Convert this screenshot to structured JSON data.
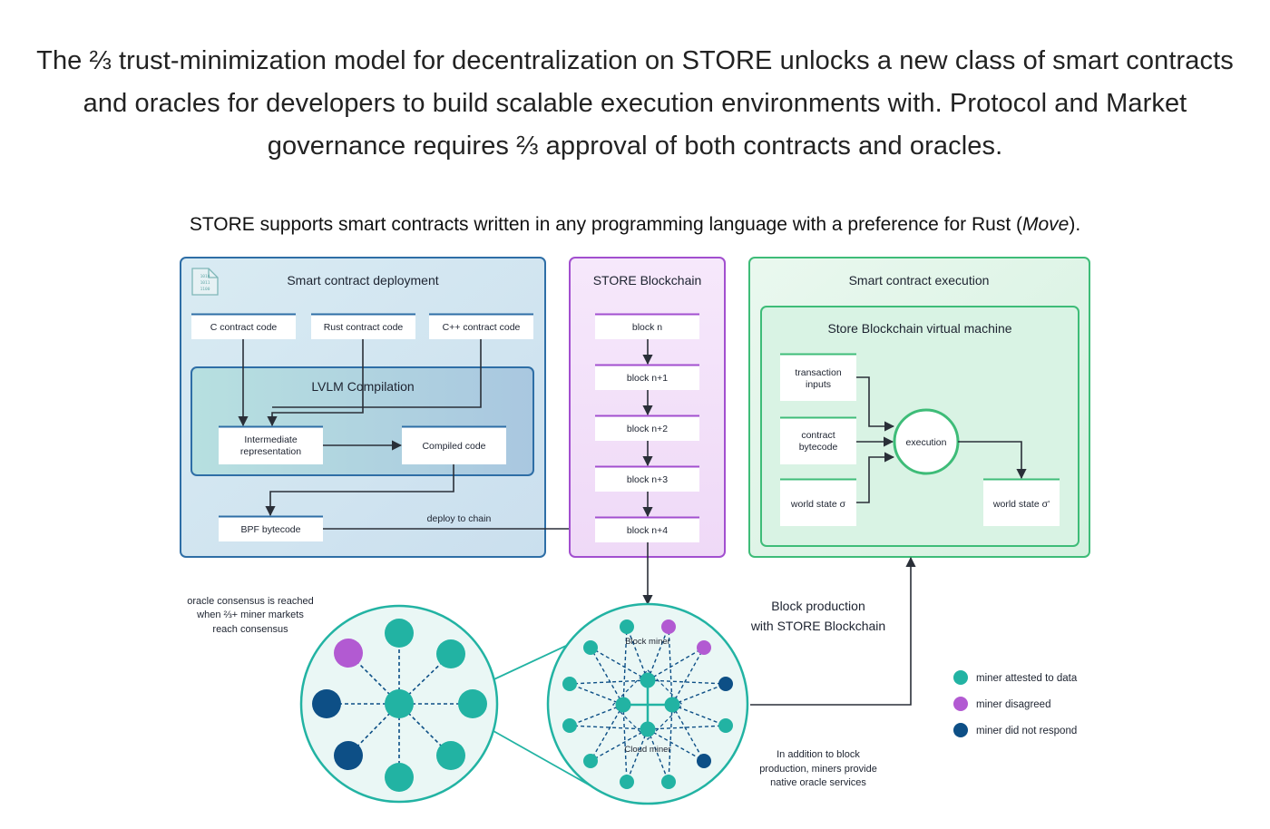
{
  "intro": "The ⅔ trust-minimization model for decentralization on STORE unlocks a new class of smart contracts and oracles for developers to build scalable execution environments with. Protocol and Market governance requires ⅔ approval of both contracts and oracles.",
  "subtitle": {
    "before": "STORE supports smart contracts written in any programming language with a preference for Rust (",
    "italic": "Move",
    "after": ")."
  },
  "colors": {
    "deploy_border": "#2e6ea6",
    "deploy_fill": "#d7e8f2",
    "chain_border": "#a24fcf",
    "chain_fill": "#f3e4fa",
    "exec_border": "#3ebc78",
    "exec_fill": "#e1f6e9",
    "teal": "#22b3a3",
    "purple": "#b25ad2",
    "navy": "#0d4f86"
  },
  "deployment": {
    "title": "Smart contract deployment",
    "file_icon": "binary-file-icon",
    "sources": [
      "C contract code",
      "Rust contract code",
      "C++ contract code"
    ],
    "compilation": {
      "title": "LVLM Compilation",
      "intermediate": [
        "Intermediate",
        "representation"
      ],
      "compiled": "Compiled code"
    },
    "bpf": "BPF bytecode",
    "deploy_label": "deploy to chain"
  },
  "blockchain": {
    "title": "STORE Blockchain",
    "blocks": [
      "block n",
      "block n+1",
      "block n+2",
      "block n+3",
      "block n+4"
    ]
  },
  "execution": {
    "title": "Smart contract execution",
    "vm_title": "Store Blockchain virtual machine",
    "inputs": [
      [
        "transaction",
        "inputs"
      ],
      [
        "contract",
        "bytecode"
      ],
      [
        "world state σ"
      ]
    ],
    "execution_node": "execution",
    "output": "world state σ'"
  },
  "network": {
    "oracle_note": [
      "oracle consensus is reached",
      "when ⅔+ miner markets",
      "reach consensus"
    ],
    "block_production": [
      "Block production",
      "with STORE Blockchain"
    ],
    "block_miner": "Block miner",
    "cloud_miner": "Cloud miner",
    "services_note": [
      "In addition to block",
      "production, miners provide",
      "native oracle services"
    ]
  },
  "legend": [
    {
      "label": "miner attested to data",
      "color": "#22b3a3"
    },
    {
      "label": "miner disagreed",
      "color": "#b25ad2"
    },
    {
      "label": "miner did not respond",
      "color": "#0d4f86"
    }
  ]
}
